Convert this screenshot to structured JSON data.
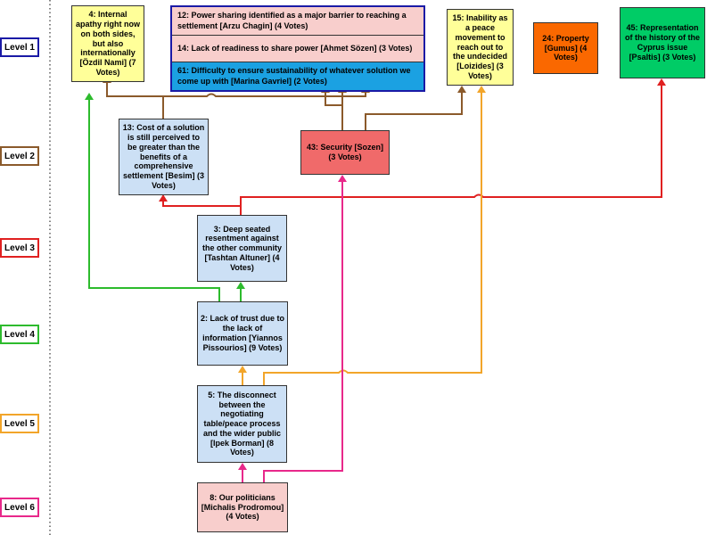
{
  "levels": [
    {
      "label": "Level 1",
      "color": "#1a1aa6"
    },
    {
      "label": "Level 2",
      "color": "#8b5a2b"
    },
    {
      "label": "Level 3",
      "color": "#e02020"
    },
    {
      "label": "Level 4",
      "color": "#2dbb2d"
    },
    {
      "label": "Level 5",
      "color": "#f2a52a"
    },
    {
      "label": "Level 6",
      "color": "#e8288a"
    }
  ],
  "nodes": {
    "n4": "4: Internal apathy right now on both sides, but also internationally [Özdil Nami] (7 Votes)",
    "n12": "12: Power sharing identified as a major barrier to reaching a settlement [Arzu Chagin] (4 Votes)",
    "n14": "14: Lack of readiness to share power [Ahmet Sözen] (3 Votes)",
    "n61": "61: Difficulty to ensure sustainability of whatever solution we come up with [Marina Gavriel] (2 Votes)",
    "n15": "15: Inability as a peace movement to reach out to the undecided [Loizides] (3 Votes)",
    "n24": "24: Property [Gumus] (4 Votes)",
    "n45": "45: Representation of the history of the Cyprus issue [Psaltis] (3 Votes)",
    "n13": "13: Cost of a solution is still perceived to be greater than the benefits of a comprehensive settlement [Besim] (3 Votes)",
    "n43": "43: Security [Sozen] (3 Votes)",
    "n3": "3: Deep seated resentment against the other community [Tashtan Altuner] (4 Votes)",
    "n2": "2: Lack of trust due to the lack of information [Yiannos Pissourios] (9 Votes)",
    "n5": "5: The disconnect between the negotiating table/peace process and the wider public [Ipek Borman] (8 Votes)",
    "n8": "8: Our politicians [Michalis Prodromou] (4 Votes)"
  },
  "colors": {
    "yellow": "#ffff99",
    "pink": "#f8cecc",
    "blue_box": "#1ba1e2",
    "orange": "#fa6800",
    "green": "#00cc66",
    "light_blue": "#cce0f5",
    "red": "#f06a6a",
    "dark_blue_border": "#1a1aa6"
  }
}
